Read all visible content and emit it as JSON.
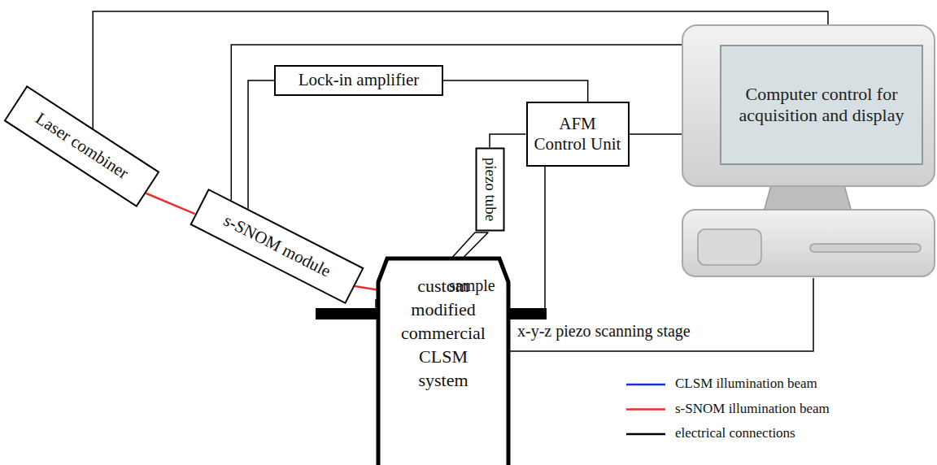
{
  "diagram": {
    "nodes": [
      {
        "text": [
          "Laser combiner"
        ]
      },
      {
        "text": [
          "s-SNOM module"
        ]
      },
      {
        "text": [
          "Lock-in amplifier"
        ]
      },
      {
        "text": [
          "AFM Control Unit"
        ]
      },
      {
        "text": [
          "piezo tube"
        ]
      },
      {
        "text": [
          "custom modified commercial CLSM system"
        ]
      },
      {
        "text": [
          "Computer control for acquisition and display"
        ]
      }
    ],
    "edges": [
      {
        "from": 0,
        "to": 6,
        "arrow": "none"
      },
      {
        "from": 1,
        "to": 6,
        "arrow": "none"
      },
      {
        "from": 1,
        "to": 2,
        "arrow": "none"
      },
      {
        "from": 2,
        "to": 3,
        "arrow": "none"
      },
      {
        "from": 3,
        "to": 4,
        "arrow": "none"
      },
      {
        "from": 3,
        "to": 6,
        "arrow": "none"
      },
      {
        "from": 5,
        "to": 6,
        "arrow": "none"
      },
      {
        "from": 0,
        "to": 1,
        "arrow": "none"
      }
    ],
    "labels": [
      "sample",
      "x-y-z piezo scanning stage"
    ],
    "legend": [
      {
        "text": "CLSM illumination beam"
      },
      {
        "text": "s-SNOM illumination beam"
      },
      {
        "text": "electrical connections"
      }
    ]
  }
}
